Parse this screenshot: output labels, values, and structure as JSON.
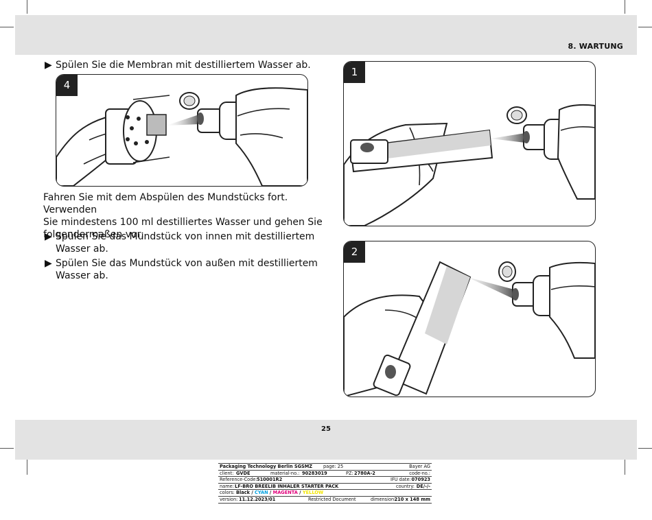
{
  "header": {
    "section_title": "8. WARTUNG"
  },
  "footer": {
    "page_number": "25"
  },
  "instructions": {
    "step_membrane": "Spülen Sie die Membran mit destilliertem Wasser ab.",
    "intro_lines": [
      "Fahren Sie mit dem Abspülen des Mundstücks fort. Verwenden",
      "Sie mindestens 100 ml destilliertes Wasser und gehen Sie",
      "folgendermaßen vor:"
    ],
    "inside_lines": [
      "Spülen Sie das Mundstück von innen mit destilliertem",
      "Wasser ab."
    ],
    "outside_lines": [
      "Spülen Sie das Mundstück von außen mit destilliertem",
      "Wasser ab."
    ]
  },
  "figures": {
    "badge_4": "4",
    "badge_1": "1",
    "badge_2": "2"
  },
  "infobox": {
    "company": "Packaging Technology Berlin SGSMZ",
    "page_label": "page: 25",
    "owner": "Bayer AG",
    "client_label": "client:",
    "client_value": "GVDE",
    "material_label": "material-no.:",
    "material_value": "90283019",
    "pz_label": "PZ:",
    "pz_value": "2780A-2",
    "code_label": "code-no.:",
    "ref_label": "Reference-Code:",
    "ref_value": "510001R2",
    "ifu_label": "IFU date:",
    "ifu_value": "070923",
    "name_label": "name:",
    "name_value": "LF-BRO BREELIB INHALER STARTER PACK",
    "country_label": "country:",
    "country_value": "DE/-/-",
    "colors_label": "colors:",
    "colors": [
      {
        "name": "Black",
        "hex": "#111111"
      },
      {
        "name": "CYAN",
        "hex": "#00a0e0"
      },
      {
        "name": "MAGENTA",
        "hex": "#e0007a"
      },
      {
        "name": "YELLOW",
        "hex": "#f2e600"
      }
    ],
    "color_separator": " / ",
    "version_label": "version:",
    "version_value": "11.12.2023/01",
    "restricted": "Restricted Document",
    "dimension_label": "dimension:",
    "dimension_value": "210 x 148 mm"
  }
}
